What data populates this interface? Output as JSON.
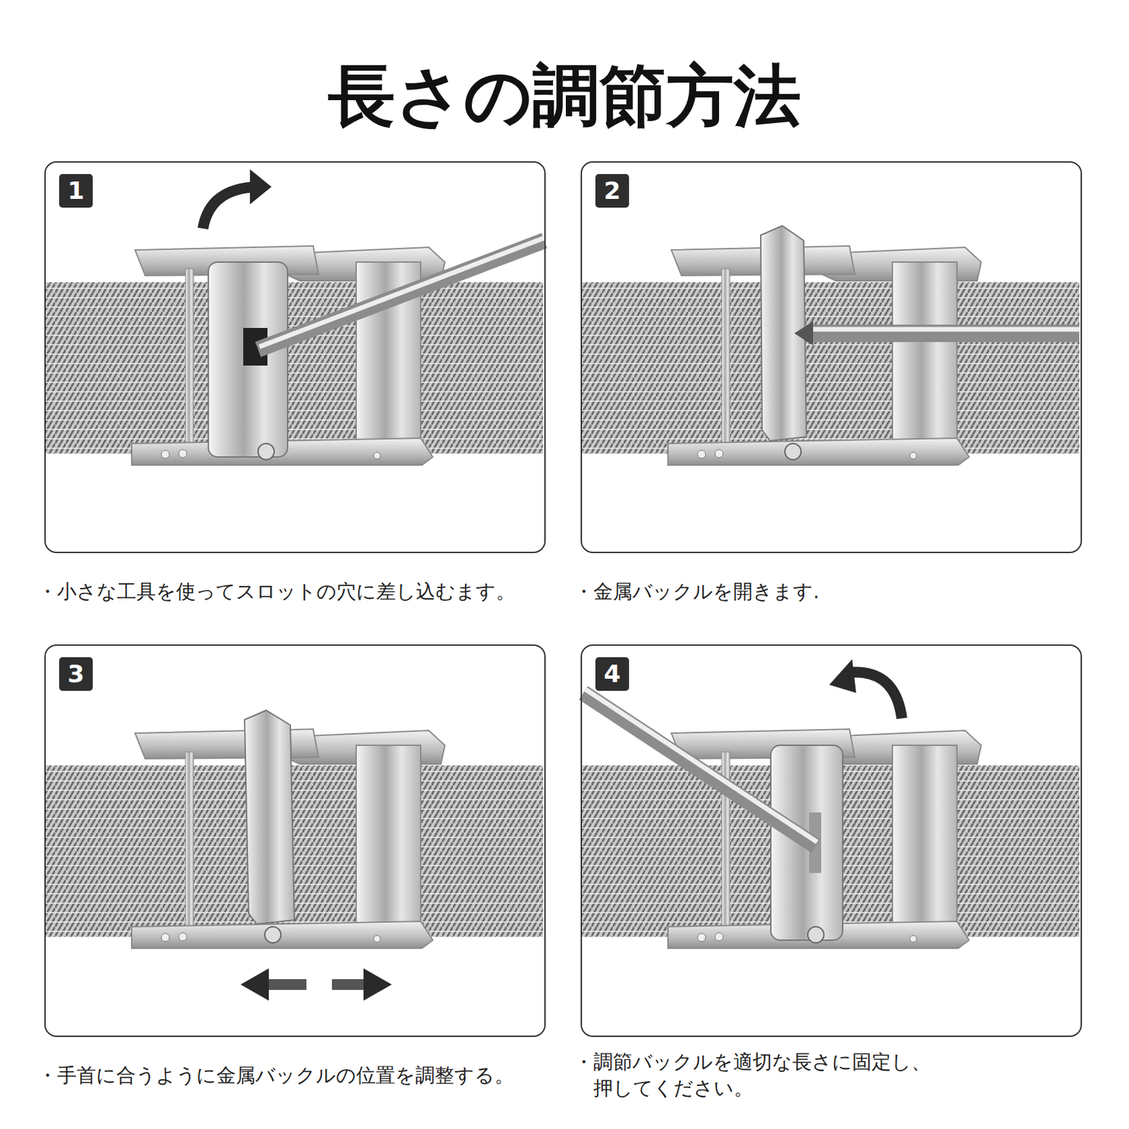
{
  "diagram": {
    "title": "長さの調節方法",
    "nodes": [
      {
        "text": [
          "・小さな工具を使ってスロットの穴に差し込むます。"
        ]
      },
      {
        "text": [
          "1"
        ],
        "in": 0
      },
      {
        "text": [
          "・金属バックルを開きます."
        ]
      },
      {
        "text": [
          "2"
        ],
        "in": 2
      },
      {
        "text": [
          "・手首に合うように金属バックルの位置を調整する。"
        ]
      },
      {
        "text": [
          "3"
        ],
        "in": 4
      },
      {
        "text": [
          "・調節バックルを適切な長さに固定し、 押してください。"
        ]
      },
      {
        "text": [
          "4"
        ],
        "in": 6
      }
    ]
  }
}
